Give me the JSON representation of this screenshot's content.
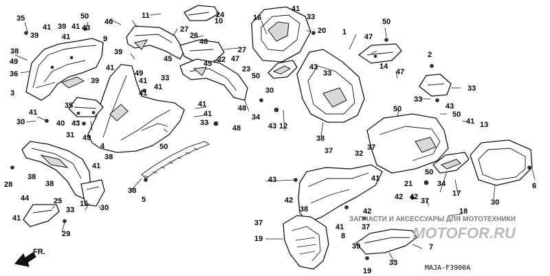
{
  "diagram_code": "MAJA-F3900A",
  "direction_label": "FR.",
  "watermark": {
    "line": "ЗАПЧАСТИ И АКСЕССУАРЫ ДЛЯ МОТОТЕХНИКИ",
    "brand": "MOTOFOR.RU"
  },
  "callouts": [
    {
      "id": "c1",
      "label": "35"
    },
    {
      "id": "c2",
      "label": "41"
    },
    {
      "id": "c3",
      "label": "39"
    },
    {
      "id": "c4",
      "label": "41"
    },
    {
      "id": "c5",
      "label": "50"
    },
    {
      "id": "c6",
      "label": "43"
    },
    {
      "id": "c7",
      "label": "39"
    },
    {
      "id": "c8",
      "label": "38"
    },
    {
      "id": "c9",
      "label": "49"
    },
    {
      "id": "c10",
      "label": "36"
    },
    {
      "id": "c11",
      "label": "41"
    },
    {
      "id": "c12",
      "label": "3"
    },
    {
      "id": "c13",
      "label": "41"
    },
    {
      "id": "c14",
      "label": "30"
    },
    {
      "id": "c15",
      "label": "35"
    },
    {
      "id": "c16",
      "label": "40"
    },
    {
      "id": "c17",
      "label": "43"
    },
    {
      "id": "c18",
      "label": "31"
    },
    {
      "id": "c19",
      "label": "49"
    },
    {
      "id": "c20",
      "label": "11"
    },
    {
      "id": "c21",
      "label": "46"
    },
    {
      "id": "c22",
      "label": "9"
    },
    {
      "id": "c23",
      "label": "39"
    },
    {
      "id": "c24",
      "label": "41"
    },
    {
      "id": "c25",
      "label": "39"
    },
    {
      "id": "c26",
      "label": "4"
    },
    {
      "id": "c27",
      "label": "49"
    },
    {
      "id": "c28",
      "label": "41"
    },
    {
      "id": "c29",
      "label": "33"
    },
    {
      "id": "c30",
      "label": "41"
    },
    {
      "id": "c31",
      "label": "41"
    },
    {
      "id": "c32",
      "label": "41"
    },
    {
      "id": "c33",
      "label": "41"
    },
    {
      "id": "c34",
      "label": "33"
    },
    {
      "id": "c35",
      "label": "50"
    },
    {
      "id": "c36",
      "label": "48"
    },
    {
      "id": "c37",
      "label": "27"
    },
    {
      "id": "c38",
      "label": "26"
    },
    {
      "id": "c39",
      "label": "45"
    },
    {
      "id": "c40",
      "label": "48"
    },
    {
      "id": "c41",
      "label": "22"
    },
    {
      "id": "c42",
      "label": "27"
    },
    {
      "id": "c43",
      "label": "45"
    },
    {
      "id": "c44",
      "label": "47"
    },
    {
      "id": "c45",
      "label": "23"
    },
    {
      "id": "c46",
      "label": "24"
    },
    {
      "id": "c47",
      "label": "10"
    },
    {
      "id": "c48",
      "label": "48"
    },
    {
      "id": "c49",
      "label": "34"
    },
    {
      "id": "c50",
      "label": "30"
    },
    {
      "id": "c51",
      "label": "16"
    },
    {
      "id": "c52",
      "label": "41"
    },
    {
      "id": "c53",
      "label": "33"
    },
    {
      "id": "c54",
      "label": "20"
    },
    {
      "id": "c55",
      "label": "50"
    },
    {
      "id": "c56",
      "label": "43"
    },
    {
      "id": "c57",
      "label": "33"
    },
    {
      "id": "c58",
      "label": "1"
    },
    {
      "id": "c59",
      "label": "47"
    },
    {
      "id": "c60",
      "label": "50"
    },
    {
      "id": "c61",
      "label": "14"
    },
    {
      "id": "c62",
      "label": "47"
    },
    {
      "id": "c63",
      "label": "2"
    },
    {
      "id": "c64",
      "label": "33"
    },
    {
      "id": "c65",
      "label": "33"
    },
    {
      "id": "c66",
      "label": "43"
    },
    {
      "id": "c67",
      "label": "50"
    },
    {
      "id": "c68",
      "label": "41"
    },
    {
      "id": "c69",
      "label": "13"
    },
    {
      "id": "c70",
      "label": "50"
    },
    {
      "id": "c71",
      "label": "43"
    },
    {
      "id": "c72",
      "label": "12"
    },
    {
      "id": "c73",
      "label": "38"
    },
    {
      "id": "c74",
      "label": "38"
    },
    {
      "id": "c75",
      "label": "28"
    },
    {
      "id": "c76",
      "label": "38"
    },
    {
      "id": "c77",
      "label": "44"
    },
    {
      "id": "c78",
      "label": "15"
    },
    {
      "id": "c79",
      "label": "30"
    },
    {
      "id": "c80",
      "label": "41"
    },
    {
      "id": "c81",
      "label": "38"
    },
    {
      "id": "c82",
      "label": "25"
    },
    {
      "id": "c83",
      "label": "38"
    },
    {
      "id": "c84",
      "label": "5"
    },
    {
      "id": "c85",
      "label": "41"
    },
    {
      "id": "c86",
      "label": "33"
    },
    {
      "id": "c87",
      "label": "29"
    },
    {
      "id": "c88",
      "label": "37"
    },
    {
      "id": "c89",
      "label": "32"
    },
    {
      "id": "c90",
      "label": "37"
    },
    {
      "id": "c91",
      "label": "43"
    },
    {
      "id": "c92",
      "label": "50"
    },
    {
      "id": "c93",
      "label": "21"
    },
    {
      "id": "c94",
      "label": "34"
    },
    {
      "id": "c95",
      "label": "17"
    },
    {
      "id": "c96",
      "label": "30"
    },
    {
      "id": "c97",
      "label": "6"
    },
    {
      "id": "c98",
      "label": "42"
    },
    {
      "id": "c99",
      "label": "41"
    },
    {
      "id": "c100",
      "label": "38"
    },
    {
      "id": "c101",
      "label": "42"
    },
    {
      "id": "c102",
      "label": "42"
    },
    {
      "id": "c103",
      "label": "42"
    },
    {
      "id": "c104",
      "label": "37"
    },
    {
      "id": "c105",
      "label": "18"
    },
    {
      "id": "c106",
      "label": "37"
    },
    {
      "id": "c107",
      "label": "19"
    },
    {
      "id": "c108",
      "label": "41"
    },
    {
      "id": "c109",
      "label": "8"
    },
    {
      "id": "c110",
      "label": "39"
    },
    {
      "id": "c111",
      "label": "37"
    },
    {
      "id": "c112",
      "label": "7"
    },
    {
      "id": "c113",
      "label": "33"
    },
    {
      "id": "c114",
      "label": "19"
    }
  ]
}
